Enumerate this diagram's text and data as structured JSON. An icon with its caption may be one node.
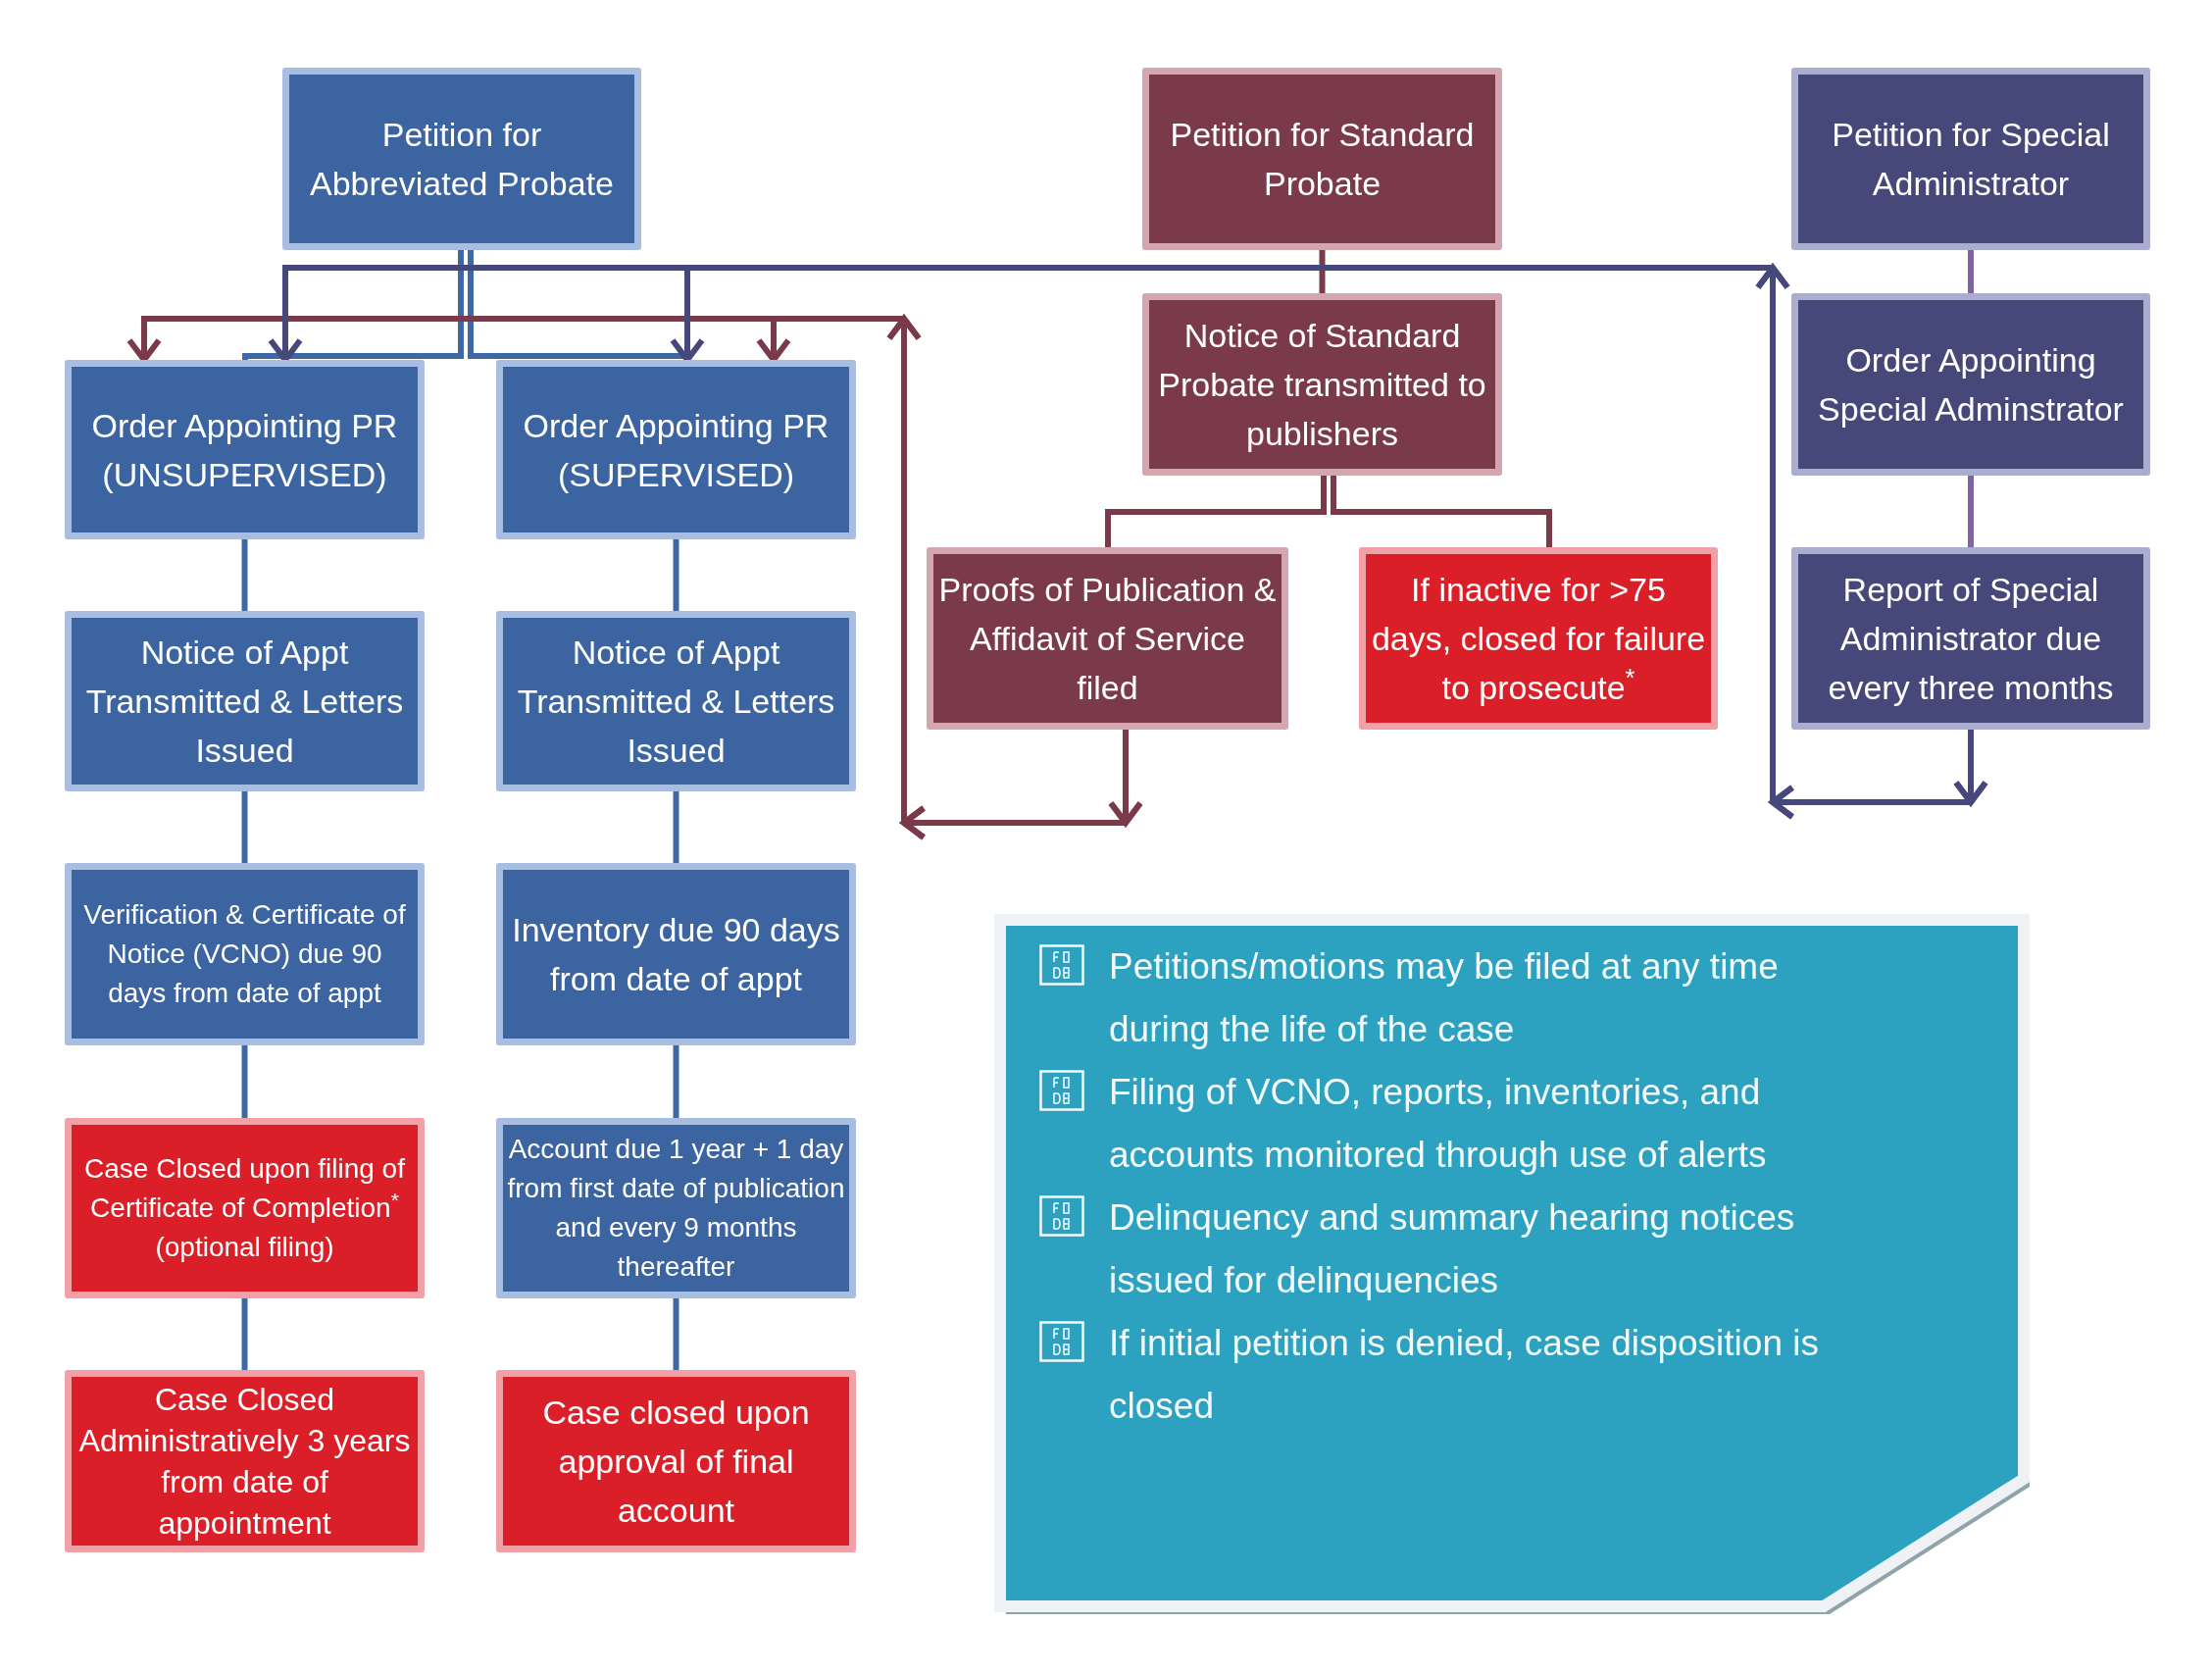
{
  "diagram": {
    "nodes": [
      {
        "text": [
          "Petition for Abbreviated Probate"
        ]
      },
      {
        "text": [
          "Petition for Standard Probate"
        ]
      },
      {
        "text": [
          "Petition for Special Administrator"
        ]
      },
      {
        "text": [
          "Notice of Standard Probate transmitted to publishers"
        ]
      },
      {
        "text": [
          "Order Appointing Special Adminstrator"
        ]
      },
      {
        "text": [
          "Order Appointing PR (UNSUPERVISED)"
        ]
      },
      {
        "text": [
          "Order Appointing PR (SUPERVISED)"
        ]
      },
      {
        "text": [
          "Proofs of Publication & Affidavit of Service filed"
        ]
      },
      {
        "text": [
          "If inactive for >75 days, closed for failure to prosecute$^{*}$"
        ]
      },
      {
        "text": [
          "Report of Special Administrator due every three months"
        ]
      },
      {
        "text": [
          "Notice of Appt Transmitted & Letters Issued"
        ]
      },
      {
        "text": [
          "Notice of Appt Transmitted & Letters Issued"
        ]
      },
      {
        "text": [
          "Verification & Certificate of Notice (VCNO) due 90 days from date of appt"
        ]
      },
      {
        "text": [
          "Inventory due 90 days from date of appt"
        ]
      },
      {
        "text": [
          "Case Closed upon filing of Certificate of Completion$^{*}$ (optional filing)"
        ]
      },
      {
        "text": [
          "Account due 1 year + 1 day from first date of publication and every 9 months thereafter"
        ]
      },
      {
        "text": [
          "Case Closed Administratively 3 years from date of appointment"
        ]
      },
      {
        "text": [
          "Case closed upon approval of final account"
        ]
      },
      {
        "text": [
          "Petitions/motions may be filed at any time during the life of the case",
          "Filing of VCNO, reports, inventories, and accounts monitored through use of alerts",
          "Delinquency and summary hearing notices issued for delinquencies",
          "If initial petition is denied, case disposition is closed"
        ]
      }
    ],
    "edges": [
      {
        "from": 0,
        "to": 5,
        "arrow": "none"
      },
      {
        "from": 0,
        "to": 6,
        "arrow": "none"
      },
      {
        "from": 1,
        "to": 3,
        "arrow": "none",
        "color": "#7b3a4a"
      },
      {
        "from": 2,
        "to": 4,
        "arrow": "none",
        "color": "#8064a2"
      },
      {
        "from": 3,
        "to": 7,
        "arrow": "none",
        "color": "#7b3a4a"
      },
      {
        "from": 3,
        "to": 8,
        "arrow": "none",
        "color": "#7b3a4a"
      },
      {
        "from": 4,
        "to": 9,
        "arrow": "none",
        "color": "#8064a2"
      },
      {
        "from": 7,
        "to": 5,
        "arrow": "to",
        "color": "#7b3a4a"
      },
      {
        "from": 7,
        "to": 6,
        "arrow": "to",
        "color": "#7b3a4a"
      },
      {
        "from": 9,
        "to": 5,
        "arrow": "to",
        "color": "#46477a"
      },
      {
        "from": 9,
        "to": 6,
        "arrow": "to",
        "color": "#46477a"
      },
      {
        "from": 5,
        "to": 10,
        "arrow": "none"
      },
      {
        "from": 6,
        "to": 11,
        "arrow": "none"
      },
      {
        "from": 10,
        "to": 12,
        "arrow": "none"
      },
      {
        "from": 11,
        "to": 13,
        "arrow": "none"
      },
      {
        "from": 12,
        "to": 14,
        "arrow": "none"
      },
      {
        "from": 13,
        "to": 15,
        "arrow": "none"
      },
      {
        "from": 14,
        "to": 16,
        "arrow": "none"
      },
      {
        "from": 15,
        "to": 17,
        "arrow": "none"
      }
    ]
  }
}
